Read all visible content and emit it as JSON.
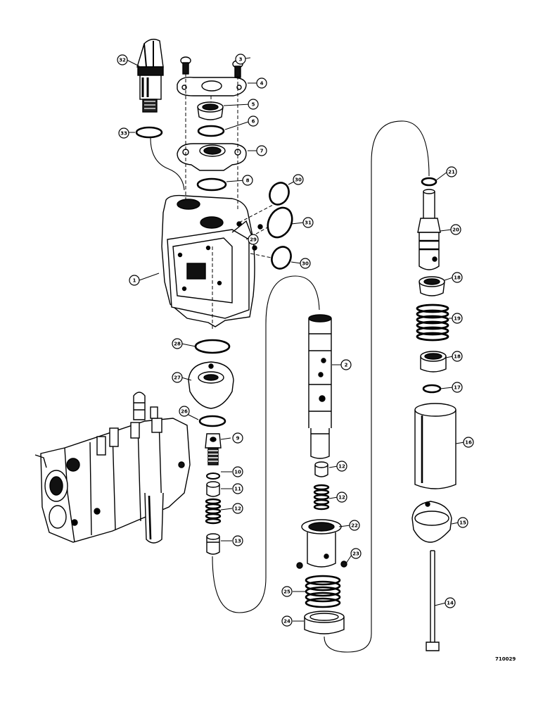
{
  "diagram": {
    "reference_code": "710029",
    "callouts": [
      {
        "id": "c32",
        "label": "32"
      },
      {
        "id": "c3",
        "label": "3"
      },
      {
        "id": "c4",
        "label": "4"
      },
      {
        "id": "c5",
        "label": "5"
      },
      {
        "id": "c6",
        "label": "6"
      },
      {
        "id": "c33",
        "label": "33"
      },
      {
        "id": "c7",
        "label": "7"
      },
      {
        "id": "c8",
        "label": "8"
      },
      {
        "id": "c30",
        "label": "30"
      },
      {
        "id": "c31",
        "label": "31"
      },
      {
        "id": "c29",
        "label": "29"
      },
      {
        "id": "c30b",
        "label": "30"
      },
      {
        "id": "c1",
        "label": "1"
      },
      {
        "id": "c28",
        "label": "28"
      },
      {
        "id": "c27",
        "label": "27"
      },
      {
        "id": "c26",
        "label": "26"
      },
      {
        "id": "c9",
        "label": "9"
      },
      {
        "id": "c10",
        "label": "10"
      },
      {
        "id": "c11",
        "label": "11"
      },
      {
        "id": "c12",
        "label": "12"
      },
      {
        "id": "c13",
        "label": "13"
      },
      {
        "id": "c2",
        "label": "2"
      },
      {
        "id": "c12b",
        "label": "12"
      },
      {
        "id": "c12c",
        "label": "12"
      },
      {
        "id": "c22",
        "label": "22"
      },
      {
        "id": "c23",
        "label": "23"
      },
      {
        "id": "c25",
        "label": "25"
      },
      {
        "id": "c24",
        "label": "24"
      },
      {
        "id": "c21",
        "label": "21"
      },
      {
        "id": "c20",
        "label": "20"
      },
      {
        "id": "c18",
        "label": "18"
      },
      {
        "id": "c19",
        "label": "19"
      },
      {
        "id": "c18b",
        "label": "18"
      },
      {
        "id": "c17",
        "label": "17"
      },
      {
        "id": "c16",
        "label": "16"
      },
      {
        "id": "c15",
        "label": "15"
      },
      {
        "id": "c14",
        "label": "14"
      }
    ]
  }
}
